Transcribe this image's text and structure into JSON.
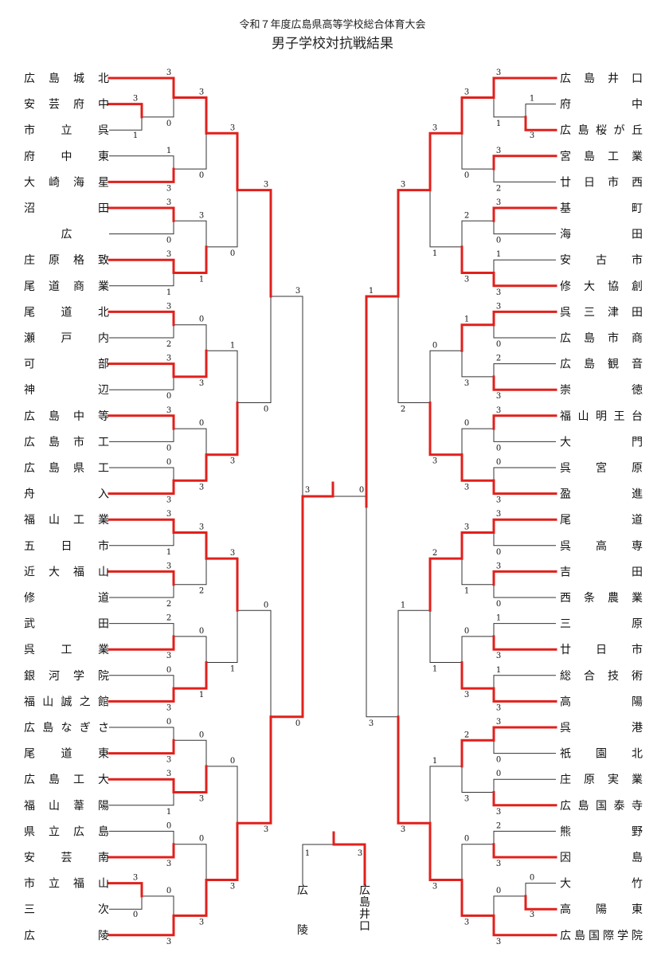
{
  "title": "令和７年度広島県高等学校総合体育大会",
  "subtitle": "男子学校対抗戦結果",
  "left_teams": [
    "広島城北",
    "安芸府中",
    "市立呉",
    "府中東",
    "大崎海星",
    "沼田",
    "広",
    "庄原格致",
    "尾道商業",
    "尾道北",
    "瀬戸内",
    "可部",
    "神辺",
    "広島中等",
    "広島市工",
    "広島県工",
    "舟入",
    "福山工業",
    "五日市",
    "近大福山",
    "修道",
    "武田",
    "呉工業",
    "銀河学院",
    "福山誠之館",
    "広島なぎさ",
    "尾道東",
    "広島工大",
    "福山葦陽",
    "県立広島",
    "安芸南",
    "市立福山",
    "三次",
    "広陵"
  ],
  "right_teams": [
    "広島井口",
    "府中",
    "広島桜が丘",
    "宮島工業",
    "廿日市西",
    "基町",
    "海田",
    "安古市",
    "修大協創",
    "呉三津田",
    "広島市商",
    "広島観音",
    "崇徳",
    "福山明王台",
    "大門",
    "呉宮原",
    "盈進",
    "尾道",
    "呉高専",
    "吉田",
    "西条農業",
    "三原",
    "廿日市",
    "総合技術",
    "高陽",
    "呉港",
    "祇園北",
    "庄原実業",
    "広島国泰寺",
    "熊野",
    "因島",
    "大竹",
    "高陽東",
    "広島国際学院"
  ],
  "final": {
    "left_name": "広陵",
    "right_name": "広島井口",
    "left_score": "1",
    "right_score": "3",
    "winner": "right"
  }
}
